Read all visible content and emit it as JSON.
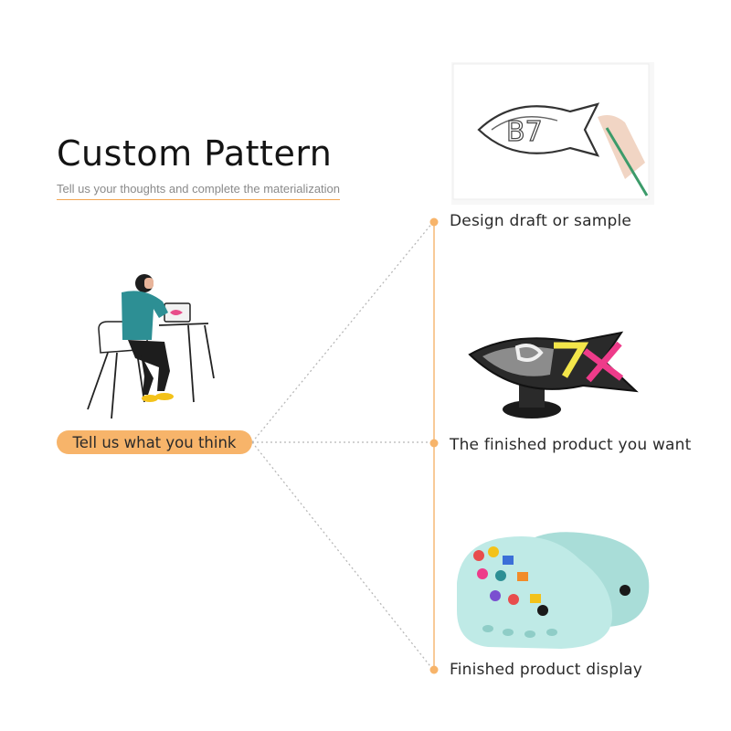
{
  "header": {
    "title": "Custom Pattern",
    "subtitle": "Tell us your thoughts and  complete the materialization"
  },
  "intro": {
    "pill_label": "Tell us what you think"
  },
  "steps": [
    {
      "label": "Design draft or sample",
      "image": "drawing-sketch-image"
    },
    {
      "label": "The finished product you want",
      "image": "shoe-charm-image"
    },
    {
      "label": "Finished product display",
      "image": "clog-shoes-image"
    }
  ],
  "colors": {
    "accent": "#f7b46a",
    "accent_line": "#f2a653",
    "connector_dots": "#b8b8b8",
    "clog": "#bfeae6",
    "charm_black": "#2a2a2a",
    "charm_yellow": "#f3e64a",
    "charm_pink": "#ee3b8a"
  }
}
